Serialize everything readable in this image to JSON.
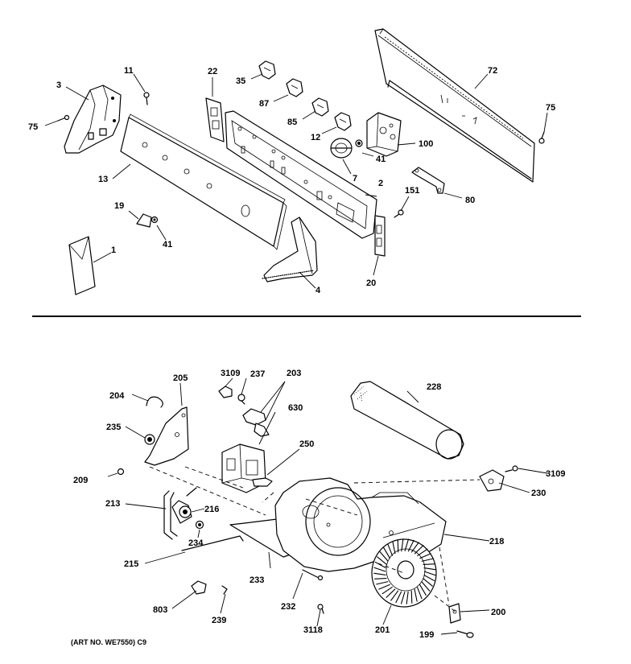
{
  "diagram": {
    "art_number": "(ART NO. WE7550) C9",
    "labels": {
      "p3": "3",
      "p11": "11",
      "p75a": "75",
      "p13": "13",
      "p22": "22",
      "p35": "35",
      "p87": "87",
      "p85": "85",
      "p12": "12",
      "p72": "72",
      "p75b": "75",
      "p100": "100",
      "p41a": "41",
      "p7": "7",
      "p2": "2",
      "p151": "151",
      "p80": "80",
      "p19": "19",
      "p41b": "41",
      "p1": "1",
      "p4": "4",
      "p20": "20",
      "p204": "204",
      "p205": "205",
      "p3109a": "3109",
      "p237": "237",
      "p203": "203",
      "p228": "228",
      "p235": "235",
      "p630": "630",
      "p250": "250",
      "p209": "209",
      "p3109b": "3109",
      "p230": "230",
      "p213": "213",
      "p216": "216",
      "p218": "218",
      "p234": "234",
      "p215": "215",
      "p233": "233",
      "p232": "232",
      "p803": "803",
      "p239": "239",
      "p3118": "3118",
      "p201": "201",
      "p200": "200",
      "p199": "199"
    }
  }
}
